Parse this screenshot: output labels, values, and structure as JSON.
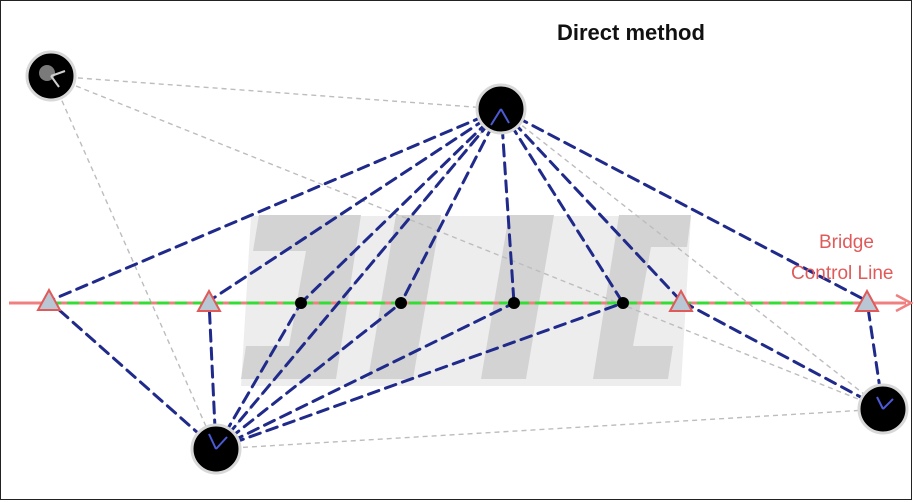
{
  "title": "Direct method",
  "bridge_label_line1": "Bridge",
  "bridge_label_line2": "Control Line",
  "colors": {
    "control_line": "#f08080",
    "overlap_line": "#33dd33",
    "sight_line": "#1f2a8a",
    "reference_line": "#bdbdbd",
    "station": "#000000",
    "target_fill": "#b9c7d4",
    "target_stroke": "#e05a5a",
    "watermark": "#d3d3d3"
  },
  "watermark_text": "JIIC"
}
